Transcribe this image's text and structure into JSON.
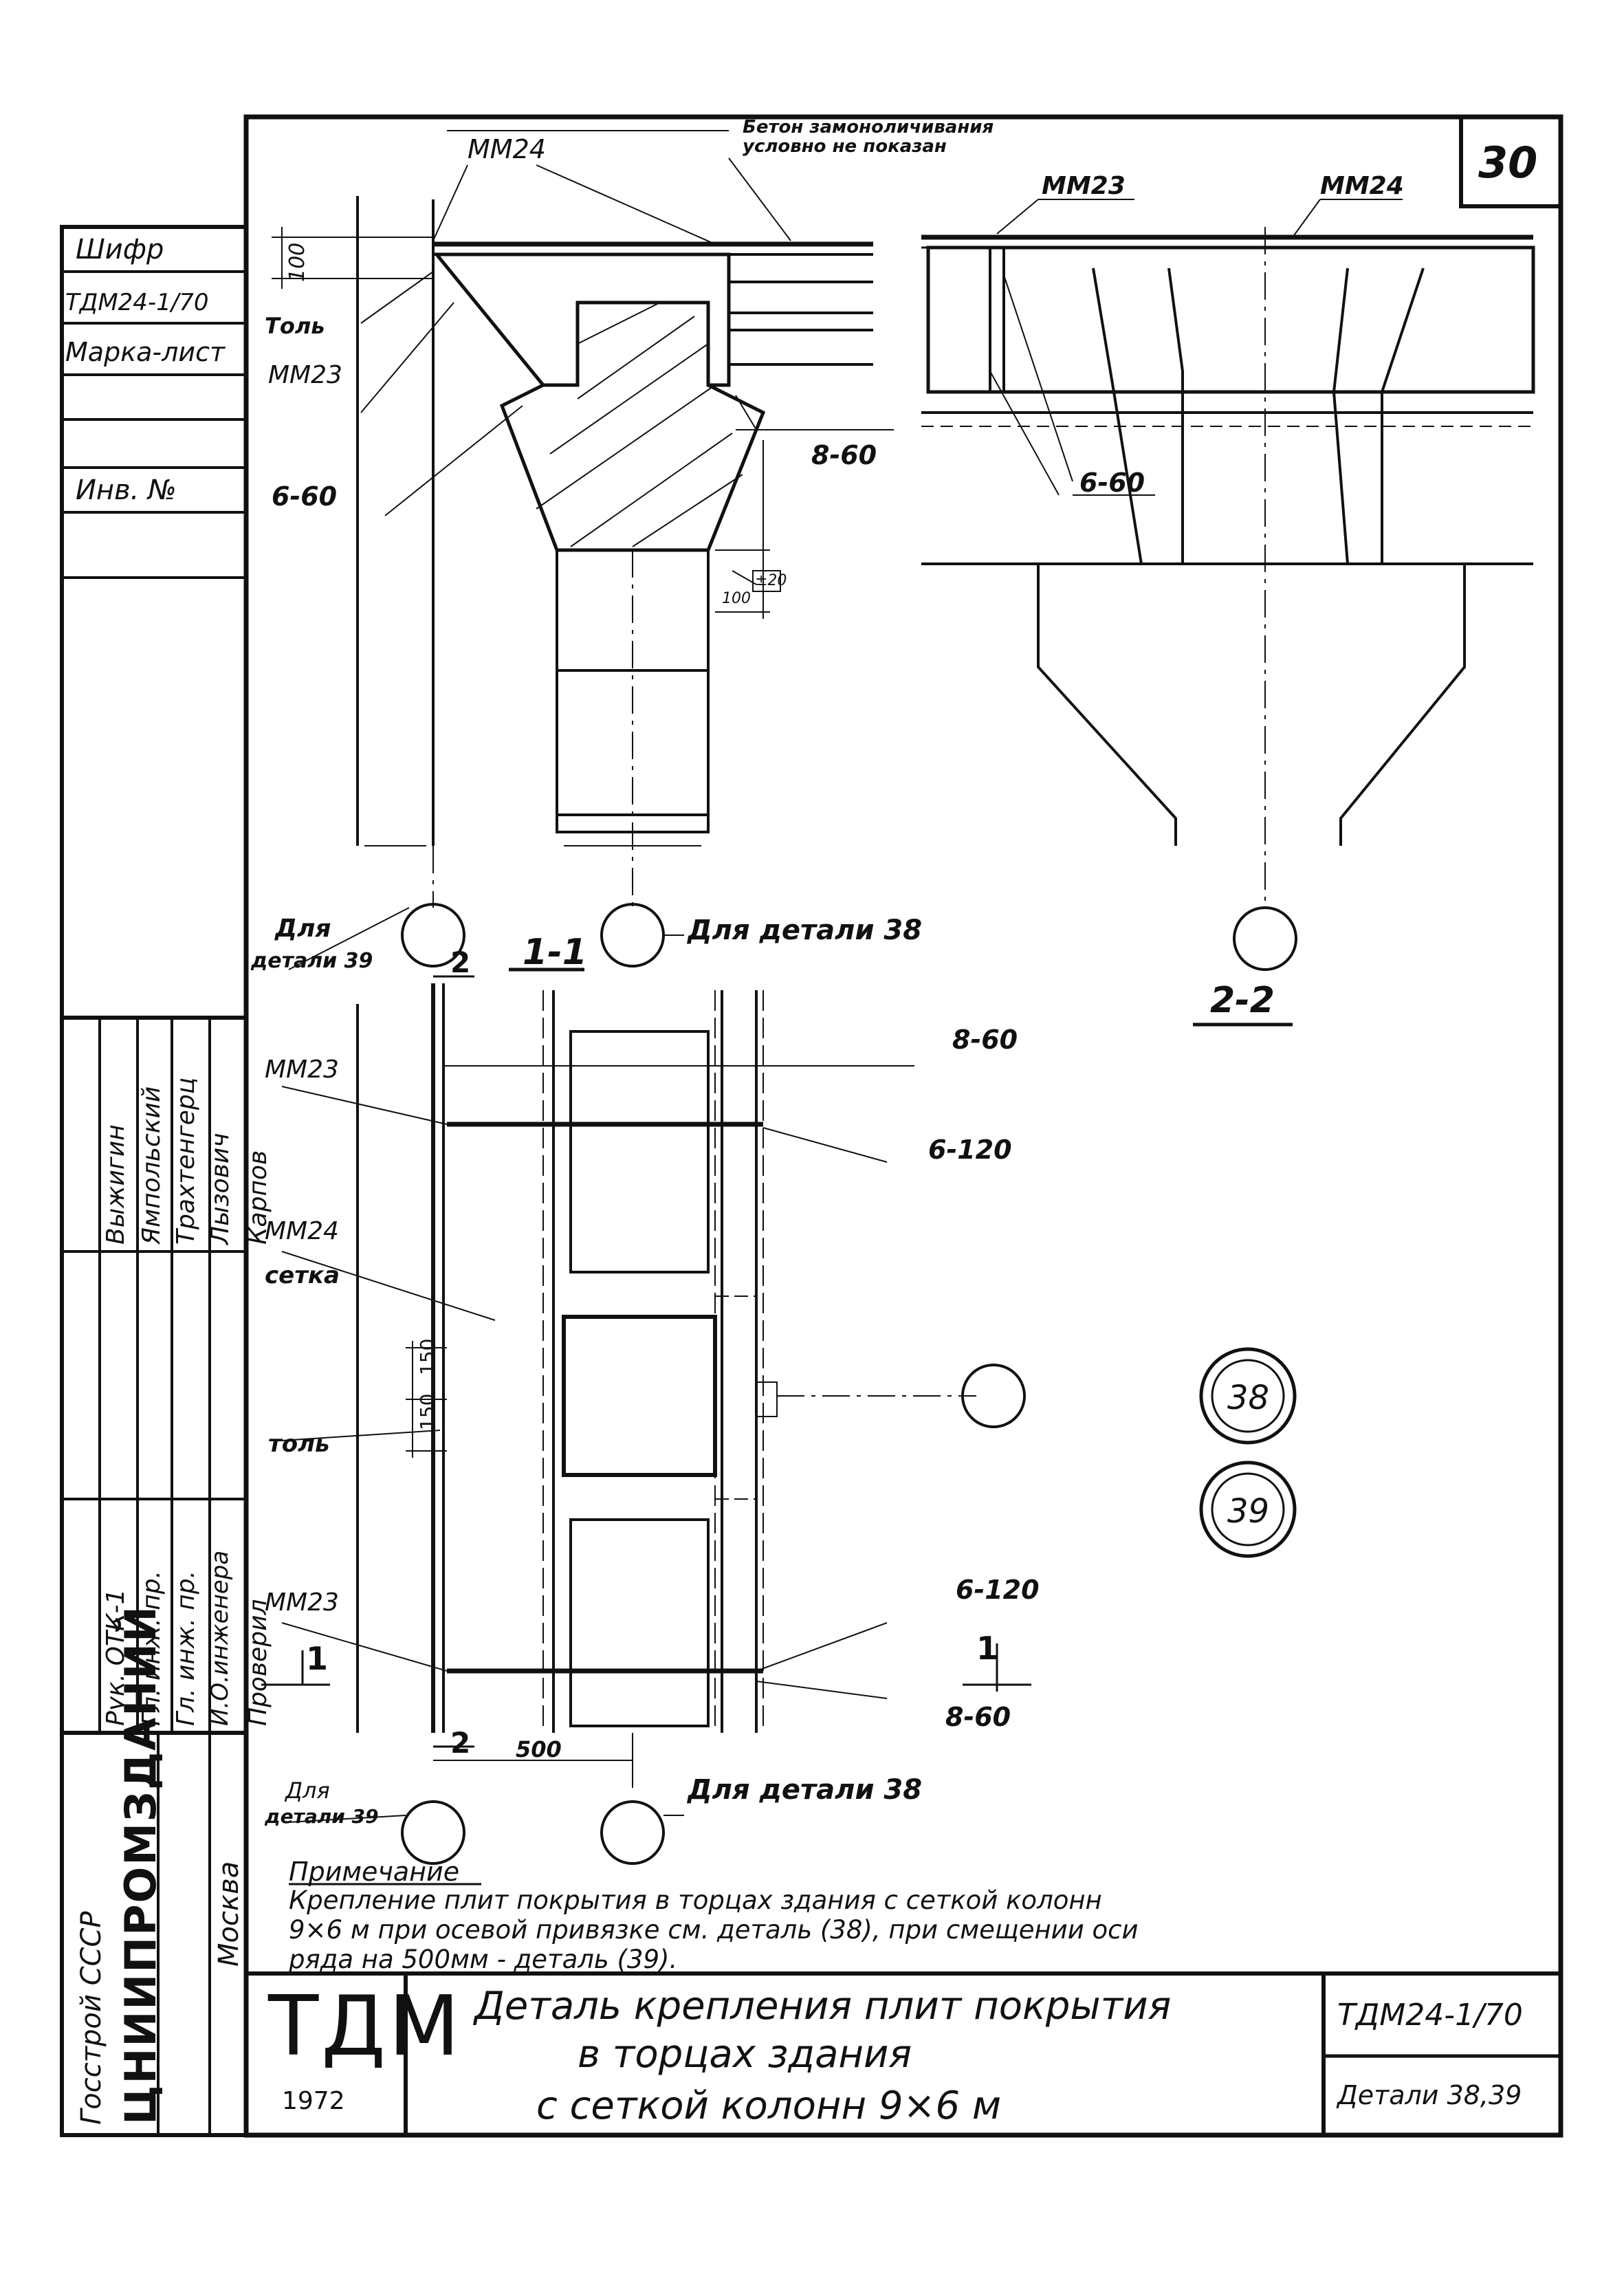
{
  "sheet": {
    "number": "30",
    "code": "ТДМ24-1/70",
    "details": "Детали 38,39",
    "logo": "ТДМ",
    "year": "1972",
    "title_line1": "Деталь крепления плит покрытия",
    "title_line2": "в торцах здания",
    "title_line3": "с сеткой колонн 9×6 м"
  },
  "left_stamp": {
    "cipher_label": "Шифр",
    "cipher_value": "ТДМ24-1/70",
    "sheet_mark_label": "Марка-лист",
    "inv_label": "Инв. №",
    "org": "Госстрой СССР",
    "institute": "ЦНИИПРОМЗДАНИЙ",
    "city": "Москва",
    "roles": [
      "Рук. ОТК-1",
      "Гл. инж. пр.",
      "Гл. инж. пр.",
      "И.О.инженера",
      "Проверил"
    ],
    "names": [
      "Выжигин",
      "Ямпольский",
      "Трахтенгерц",
      "Лызович",
      "Карпов"
    ]
  },
  "labels": {
    "concrete_note_1": "Бетон замоноличивания",
    "concrete_note_2": "условно не показан",
    "mm24_top": "ММ24",
    "dim_100": "100",
    "tol_top": "Толь",
    "mm23_top": "ММ23",
    "w660": "6-60",
    "w860": "8-60",
    "dim_100b": "100",
    "dim_20": "±20",
    "s2_mm23": "ММ23",
    "s2_mm24": "ММ24",
    "s2_660": "6-60",
    "for39_a": "Для",
    "for39_b": "детали 39",
    "for38": "Для детали 38",
    "sec11": "1-1",
    "sec22": "2-2",
    "mark2": "2",
    "p_mm23a": "ММ23",
    "p_860a": "8-60",
    "p_6120a": "6-120",
    "p_mm24": "ММ24",
    "p_setka": "сетка",
    "p_150a": "150",
    "p_150b": "150",
    "p_tol": "толь",
    "p_mm23b": "ММ23",
    "p_6120b": "6-120",
    "p_860b": "8-60",
    "p_1l": "1",
    "p_1r": "1",
    "p_2b": "2",
    "p_500": "500",
    "bfor39_a": "Для",
    "bfor39_b": "детали 39",
    "bfor38": "Для детали 38",
    "d38": "38",
    "d39": "39"
  },
  "note": {
    "heading": "Примечание",
    "line1": "Крепление плит покрытия в торцах здания с сеткой колонн",
    "line2": "9×6 м        при осевой привязке см. деталь (38), при смещении оси",
    "line3": "ряда на 500мм - деталь (39)."
  }
}
